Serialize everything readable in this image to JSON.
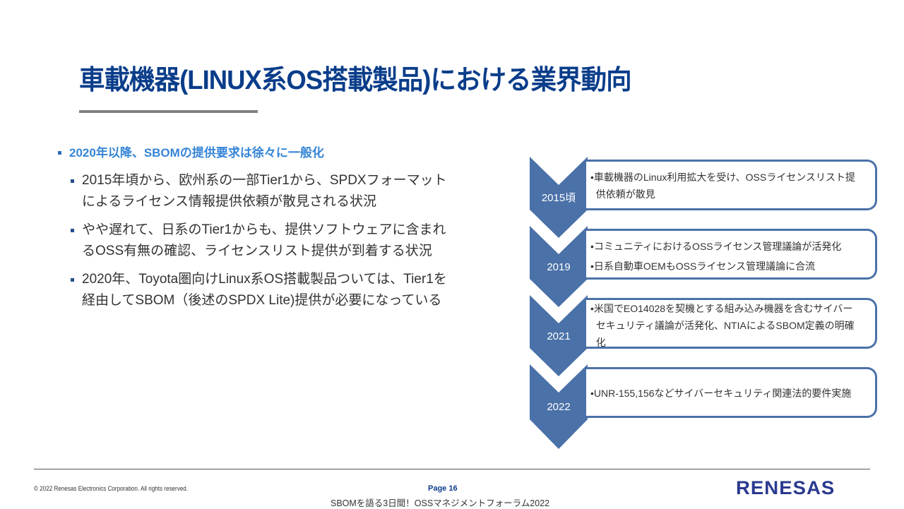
{
  "slide": {
    "title": "車載機器(LINUX系OS搭載製品)における業界動向",
    "colors": {
      "title": "#0a3d8a",
      "heading_bullet": "#3585d6",
      "chevron": "#4a71a8",
      "rule": "#808080"
    }
  },
  "bullets": {
    "heading": "2020年以降、SBOMの提供要求は徐々に一般化",
    "items": [
      {
        "line1": "2015年頃から、欧州系の一部Tier1から、SPDXフォーマット",
        "line2": "によるライセンス情報提供依頼が散見される状況"
      },
      {
        "line1": "やや遅れて、日系のTier1からも、提供ソフトウェアに含まれ",
        "line2": "るOSS有無の確認、ライセンスリスト提供が到着する状況"
      },
      {
        "line1": "2020年、Toyota圏向けLinux系OS搭載製品ついては、Tier1を",
        "line2": "経由してSBOM（後述のSPDX  Lite)提供が必要になっている"
      }
    ]
  },
  "timeline": [
    {
      "year": "2015頃",
      "lines": [
        "•車載機器のLinux利用拡大を受け、OSSライセンスリスト提",
        "  供依頼が散見"
      ]
    },
    {
      "year": "2019",
      "lines": [
        "•コミュニティにおけるOSSライセンス管理議論が活発化",
        "•日系自動車OEMもOSSライセンス管理議論に合流"
      ]
    },
    {
      "year": "2021",
      "lines": [
        "•米国でEO14028を契機とする組み込み機器を含むサイバー",
        "  セキュリティ議論が活発化、NTIAによるSBOM定義の明確",
        "  化"
      ]
    },
    {
      "year": "2022",
      "lines": [
        "•UNR-155,156などサイバーセキュリティ関連法的要件実施"
      ]
    }
  ],
  "footer": {
    "copyright": "© 2022 Renesas Electronics Corporation. All rights reserved.",
    "page": "Page 16",
    "event": "SBOMを語る3日間！OSSマネジメントフォーラム2022",
    "logo": "RENESAS"
  }
}
